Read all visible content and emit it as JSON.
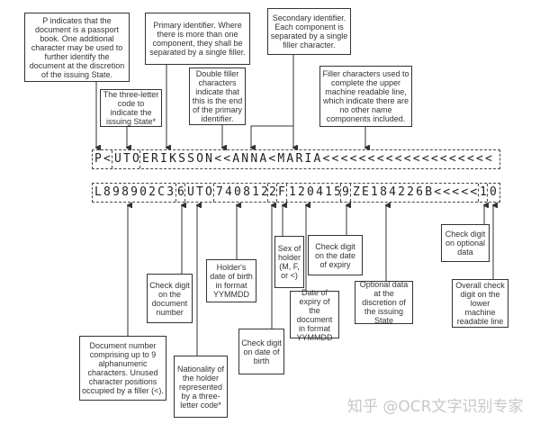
{
  "line1": [
    "P<",
    "UTO",
    "ERIKSSON<<ANNA<MARIA<<<<<<<<<<<<<<<<<<<"
  ],
  "line2": [
    "L898902C3",
    "6",
    "UTO",
    "740812",
    "2",
    "F",
    "120415",
    "9",
    "ZE184226B<<<<<",
    "1",
    "0"
  ],
  "top_notes": {
    "doc_type": "P indicates that the document is a passport book. One additional character may be used to further identify the document at the discretion of the issuing State.",
    "issuing_state": "The three-letter code to indicate the issuing State*",
    "primary": "Primary identifier. Where there is more than one component, they shall be separated by a single filler.",
    "double_filler": "Double filler characters indicate that this is the end of the primary identifier.",
    "secondary": "Secondary identifier. Each component is separated by a single filler character.",
    "filler": "Filler characters used to complete the upper machine readable line, which indicate there are no other name components included."
  },
  "bottom_notes": {
    "doc_number": "Document number comprising up to 9 alphanumeric characters. Unused character positions occupied by a filler (<).",
    "check_doc": "Check digit on the document number",
    "nationality": "Nationality of the holder represented by a three-letter code*",
    "dob": "Holder's date of birth in format YYMMDD",
    "check_dob": "Check digit on date of birth",
    "sex": "Sex of holder (M, F, or <)",
    "expiry": "Date of expiry of the document in format YYMMDD",
    "check_expiry": "Check digit on the date of expiry",
    "optional": "Optional data at the discretion of the issuing State",
    "check_optional": "Check digit on optional data",
    "overall": "Overall check digit on the lower machine readable line"
  },
  "watermark": "知乎 @OCR文字识别专家"
}
